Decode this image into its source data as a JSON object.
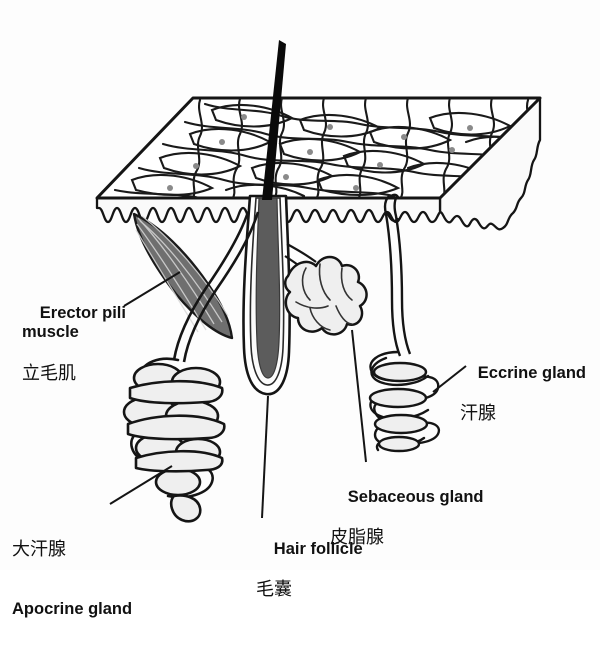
{
  "figure": {
    "title": "Cross-section diagram of human skin with hair follicle and glands",
    "background_color": "#fdfdfd",
    "ink_color": "#111111",
    "muscle_fill": "#6f6f6f",
    "hair_shaft_fill": "#5c5c5c",
    "gland_fill": "#efefef",
    "slab_fill": "#fafafa"
  },
  "labels": {
    "erector_pili": {
      "english": "Erector pili\nmuscle",
      "chinese": "立毛肌"
    },
    "apocrine": {
      "chinese": "大汗腺",
      "english": "Apocrine gland"
    },
    "hair_follicle": {
      "english": "Hair follicle",
      "chinese": "毛囊"
    },
    "sebaceous": {
      "english": "Sebaceous gland",
      "chinese": "皮脂腺"
    },
    "eccrine": {
      "english": "Eccrine gland",
      "chinese": "汗腺"
    }
  }
}
